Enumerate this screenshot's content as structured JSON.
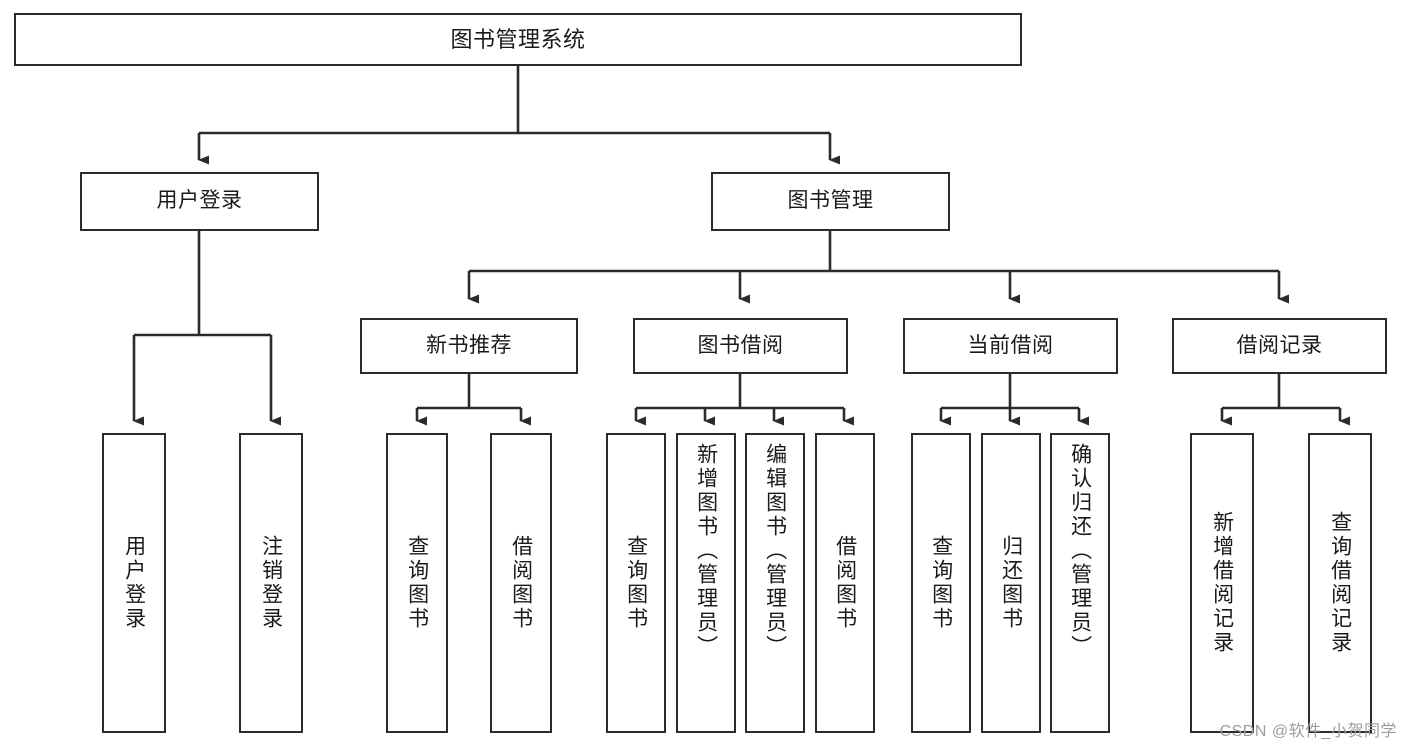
{
  "diagram": {
    "title": "图书管理系统",
    "type": "tree",
    "watermark": "CSDN @软件_小贺同学",
    "colors": {
      "box_border": "#2b2b2b",
      "box_fill": "#ffffff",
      "edge": "#2b2b2b",
      "text": "#1a1a1a",
      "watermark": "#9d9d9d",
      "background": "#ffffff"
    },
    "nodes": {
      "root": {
        "label": "图书管理系统"
      },
      "level2": [
        {
          "label": "用户登录"
        },
        {
          "label": "图书管理"
        }
      ],
      "level3": [
        {
          "label": "新书推荐"
        },
        {
          "label": "图书借阅"
        },
        {
          "label": "当前借阅"
        },
        {
          "label": "借阅记录"
        }
      ],
      "leaves": {
        "user_login": [
          {
            "label": "用户登录"
          },
          {
            "label": "注销登录"
          }
        ],
        "new_book_recommend": [
          {
            "label": "查询图书"
          },
          {
            "label": "借阅图书"
          }
        ],
        "book_borrow": [
          {
            "label": "查询图书"
          },
          {
            "label": "新增图书（管理员）"
          },
          {
            "label": "编辑图书（管理员）"
          },
          {
            "label": "借阅图书"
          }
        ],
        "current_borrow": [
          {
            "label": "查询图书"
          },
          {
            "label": "归还图书"
          },
          {
            "label": "确认归还（管理员）"
          }
        ],
        "borrow_record": [
          {
            "label": "新增借阅记录"
          },
          {
            "label": "查询借阅记录"
          }
        ]
      }
    }
  }
}
